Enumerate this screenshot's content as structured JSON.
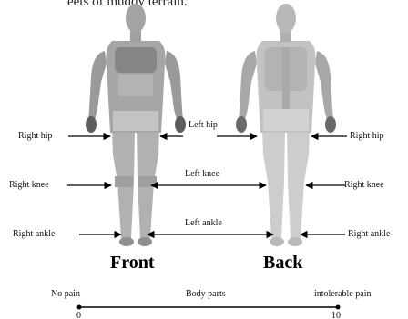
{
  "caption_fragment": "eets of muddy terrain.",
  "labels": {
    "right_hip_front": "Right hip",
    "left_hip": "Left hip",
    "right_hip_back": "Right hip",
    "right_knee_front": "Right knee",
    "left_knee": "Left knee",
    "right_knee_back": "Right knee",
    "right_ankle_front": "Right ankle",
    "left_ankle": "Left ankle",
    "right_ankle_back": "Right ankle"
  },
  "views": {
    "front": "Front",
    "back": "Back"
  },
  "scale": {
    "min_label": "No pain",
    "center_label": "Body parts",
    "max_label": "intolerable pain",
    "min_value": "0",
    "max_value": "10"
  }
}
